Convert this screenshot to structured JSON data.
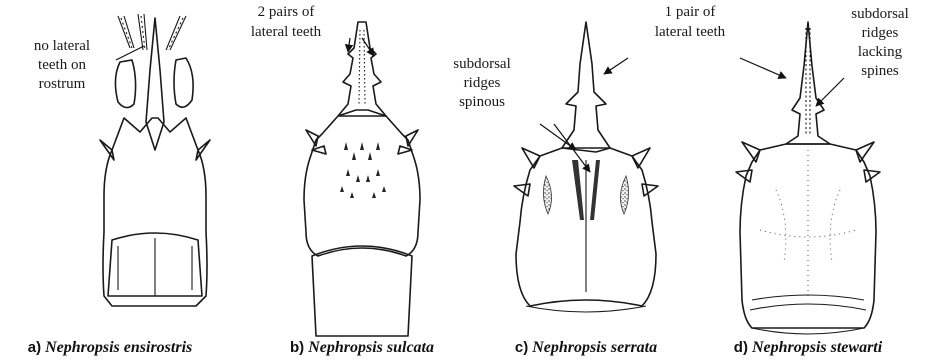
{
  "annotations": {
    "a_line1": "no lateral",
    "a_line2": "teeth on",
    "a_line3": "rostrum",
    "b_line1": "2 pairs of",
    "b_line2": "lateral teeth",
    "c_line1": "subdorsal",
    "c_line2": "ridges",
    "c_line3": "spinous",
    "cd_line1": "1 pair of",
    "cd_line2": "lateral teeth",
    "d_line1": "subdorsal",
    "d_line2": "ridges",
    "d_line3": "lacking",
    "d_line4": "spines"
  },
  "captions": [
    {
      "letter": "a)",
      "species": "Nephropsis ensirostris"
    },
    {
      "letter": "b)",
      "species": "Nephropsis sulcata"
    },
    {
      "letter": "c)",
      "species": "Nephropsis serrata"
    },
    {
      "letter": "d)",
      "species": "Nephropsis stewarti"
    }
  ]
}
